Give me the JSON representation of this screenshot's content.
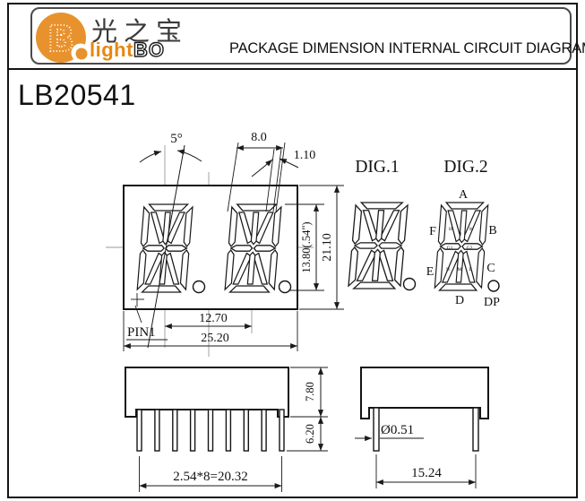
{
  "header": {
    "logo": {
      "b_glyph": "B",
      "chinese": "光之宝",
      "light": "light",
      "bo": "BO"
    },
    "title": "PACKAGE DIMENSION INTERNAL CIRCUIT DIAGRAM"
  },
  "part_number": "LB20541",
  "front_view": {
    "angle": "5°",
    "digit_width": "8.0",
    "segment_width": "1.10",
    "digit_height": "13.80(.54\")",
    "body_height": "21.10",
    "digit_pitch": "12.70",
    "body_width": "25.20",
    "pin1": "PIN1"
  },
  "digit_diagrams": {
    "dig1_label": "DIG.1",
    "dig2_label": "DIG.2",
    "segments": {
      "a": "A",
      "b": "B",
      "c": "C",
      "d": "D",
      "e": "E",
      "f": "F",
      "dp": "DP",
      "h": "H",
      "j": "J",
      "k": "K",
      "g1": "G1",
      "g2": "G2",
      "n": "N",
      "m": "M",
      "l": "L"
    }
  },
  "front_elevation": {
    "body_height": "7.80",
    "pin_length": "6.20",
    "pin_pitch": "2.54*8=20.32"
  },
  "side_elevation": {
    "pin_diameter": "Ø0.51",
    "pin_span": "15.24"
  },
  "colors": {
    "accent_orange": "#E8870F",
    "line": "#1a1a1a"
  }
}
